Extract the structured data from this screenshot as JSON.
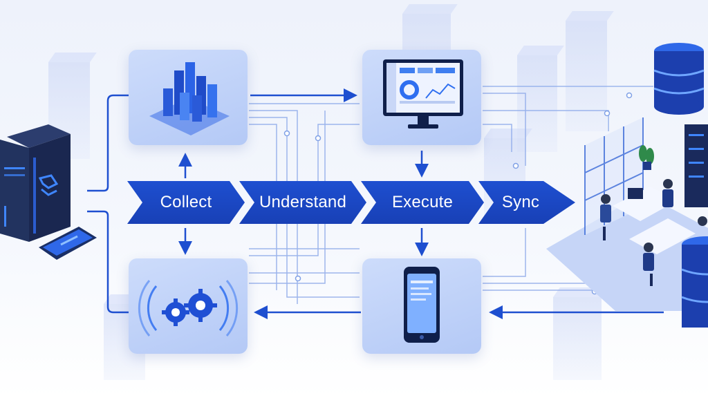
{
  "steps": [
    {
      "label": "Collect"
    },
    {
      "label": "Understand"
    },
    {
      "label": "Execute"
    },
    {
      "label": "Sync"
    }
  ],
  "icons": {
    "server": "server-icon",
    "phone_left": "smartphone-icon",
    "cards": [
      "bar-chart-3d-icon",
      "gears-icon",
      "monitor-dashboard-icon",
      "smartphone-icon"
    ],
    "office": "office-team-icon",
    "database": "database-icon"
  },
  "colors": {
    "accent": "#1e4fd0",
    "card": "#bcd0f7",
    "line": "#7fa0e6"
  }
}
